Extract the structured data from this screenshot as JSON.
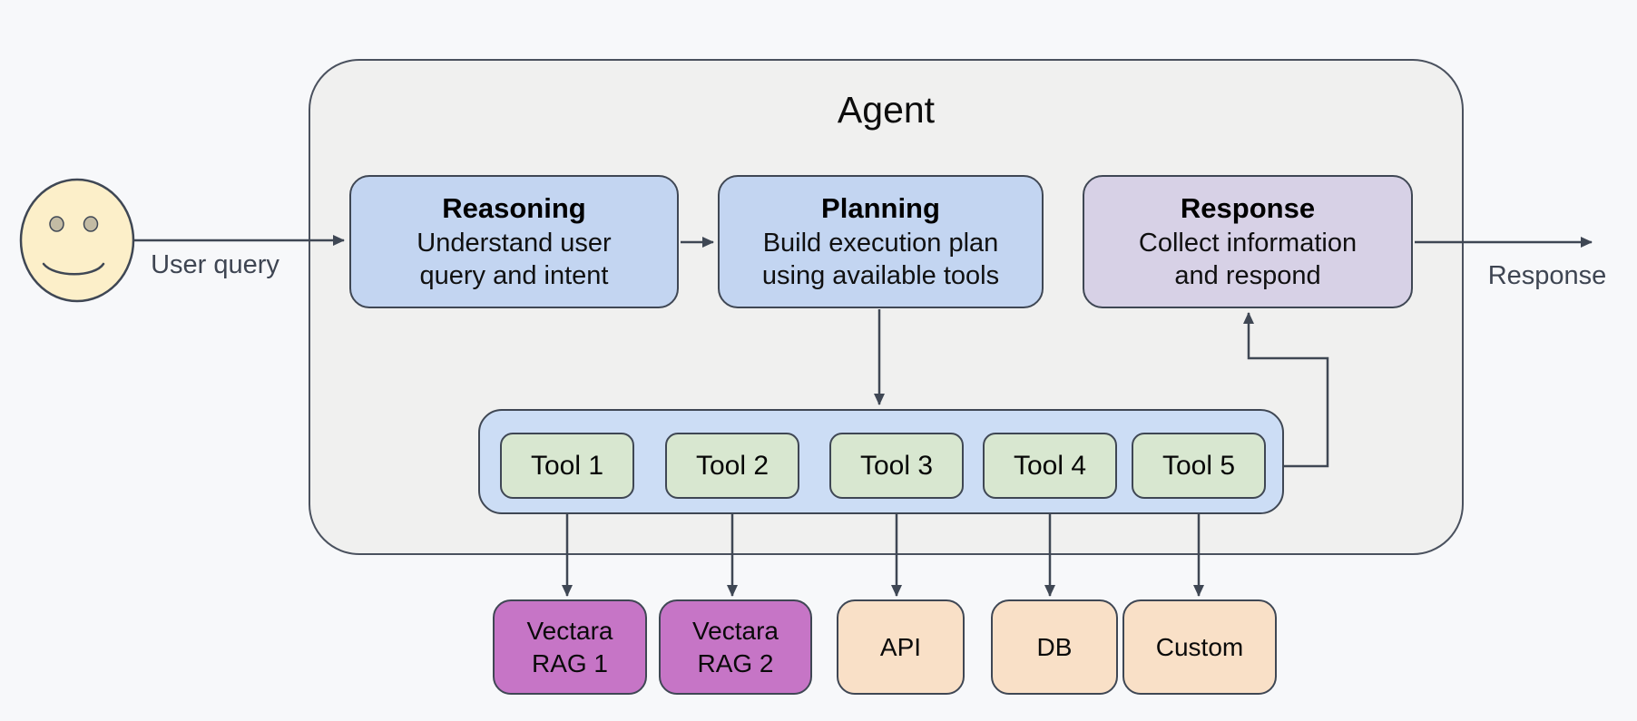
{
  "diagram": {
    "kind": "agent-architecture-flow",
    "container_title": "Agent",
    "input_edge_label": "User query",
    "output_edge_label": "Response"
  },
  "stages": [
    {
      "title": "Reasoning",
      "description": "Understand user\nquery and intent"
    },
    {
      "title": "Planning",
      "description": "Build execution plan\nusing available tools"
    },
    {
      "title": "Response",
      "description": "Collect information\nand respond"
    }
  ],
  "tools": [
    {
      "label": "Tool 1"
    },
    {
      "label": "Tool 2"
    },
    {
      "label": "Tool 3"
    },
    {
      "label": "Tool 4"
    },
    {
      "label": "Tool 5"
    }
  ],
  "resources": [
    {
      "label": "Vectara\nRAG 1",
      "type": "rag"
    },
    {
      "label": "Vectara\nRAG 2",
      "type": "rag"
    },
    {
      "label": "API",
      "type": "external"
    },
    {
      "label": "DB",
      "type": "external"
    },
    {
      "label": "Custom",
      "type": "external"
    }
  ],
  "colors": {
    "page_background": "#f7f8fa",
    "agent_container_fill": "#f0f0ef",
    "stage_blue_fill": "#c3d5f1",
    "stage_lavender_fill": "#d7d1e6",
    "tools_container_fill": "#ccddf5",
    "tool_green_fill": "#d8e7d0",
    "rag_magenta_fill": "#c675c6",
    "external_peach_fill": "#f9e0c7",
    "user_face_fill": "#fcefc9",
    "stroke_dark": "#3f4754"
  }
}
